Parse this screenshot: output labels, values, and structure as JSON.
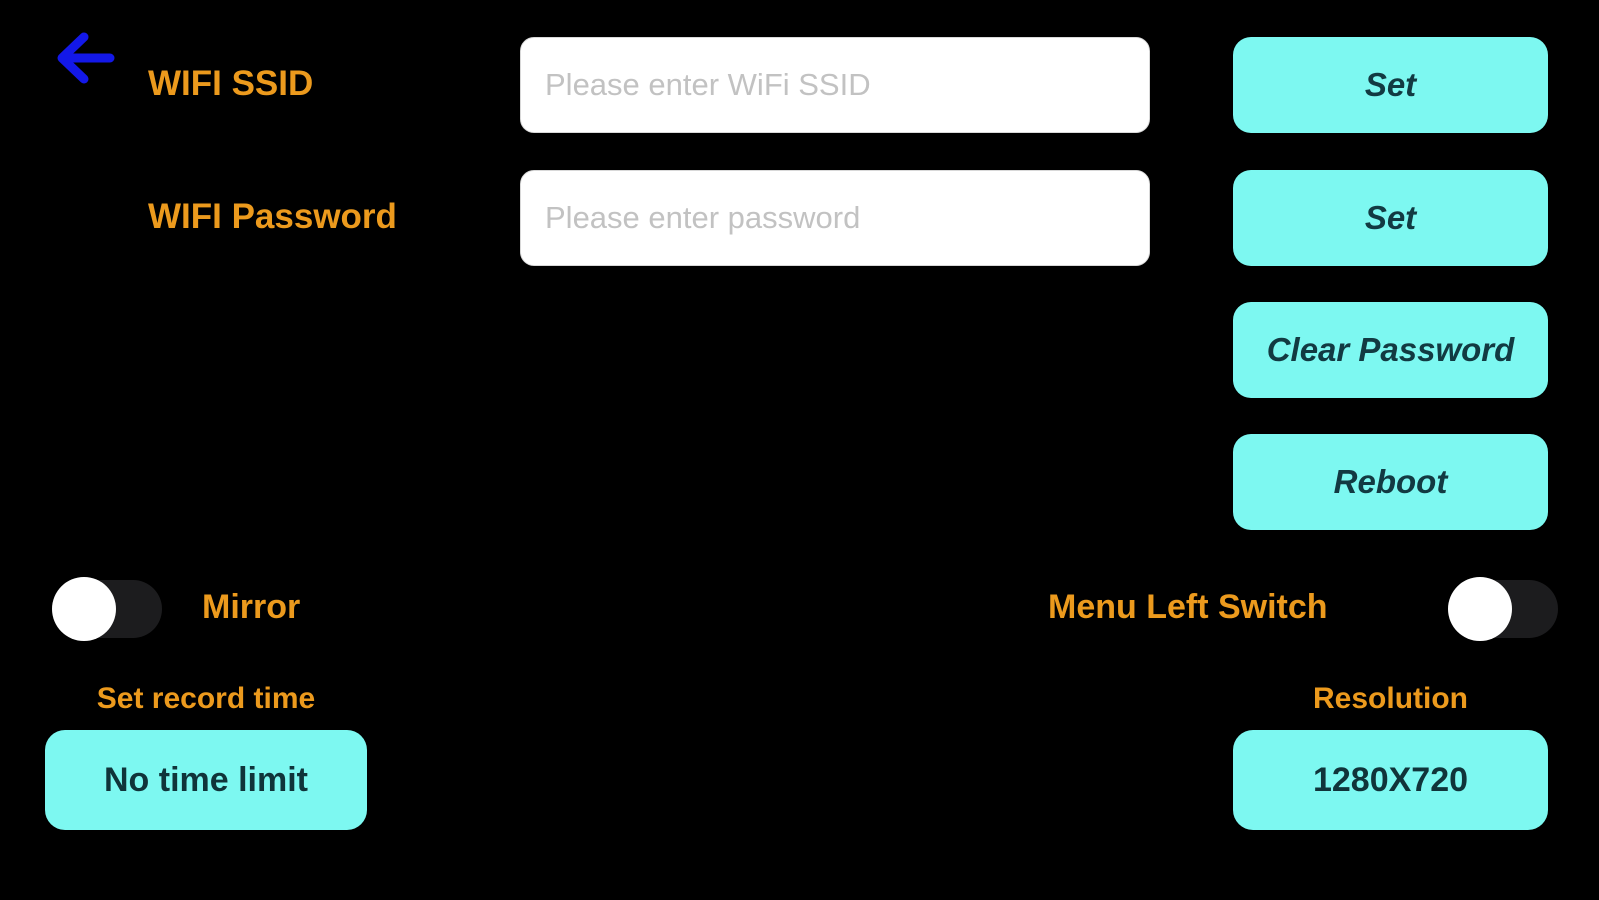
{
  "app": {
    "background_color": "#000000",
    "accent_cyan": "#7DF8F1",
    "accent_orange": "#EC9A1D",
    "arrow_blue": "#1318E8"
  },
  "header": {
    "back_icon": "left-arrow-icon"
  },
  "wifi": {
    "ssid": {
      "label": "WIFI SSID",
      "value": "",
      "placeholder": "Please enter WiFi SSID",
      "set_label": "Set"
    },
    "password": {
      "label": "WIFI Password",
      "value": "",
      "placeholder": "Please enter password",
      "set_label": "Set"
    },
    "clear_password_label": "Clear Password",
    "reboot_label": "Reboot"
  },
  "toggles": {
    "mirror": {
      "label": "Mirror",
      "state": "off"
    },
    "menu_left": {
      "label": "Menu Left Switch",
      "state": "off"
    }
  },
  "record": {
    "label": "Set record time",
    "value": "No time limit"
  },
  "resolution": {
    "label": "Resolution",
    "value": "1280X720"
  }
}
